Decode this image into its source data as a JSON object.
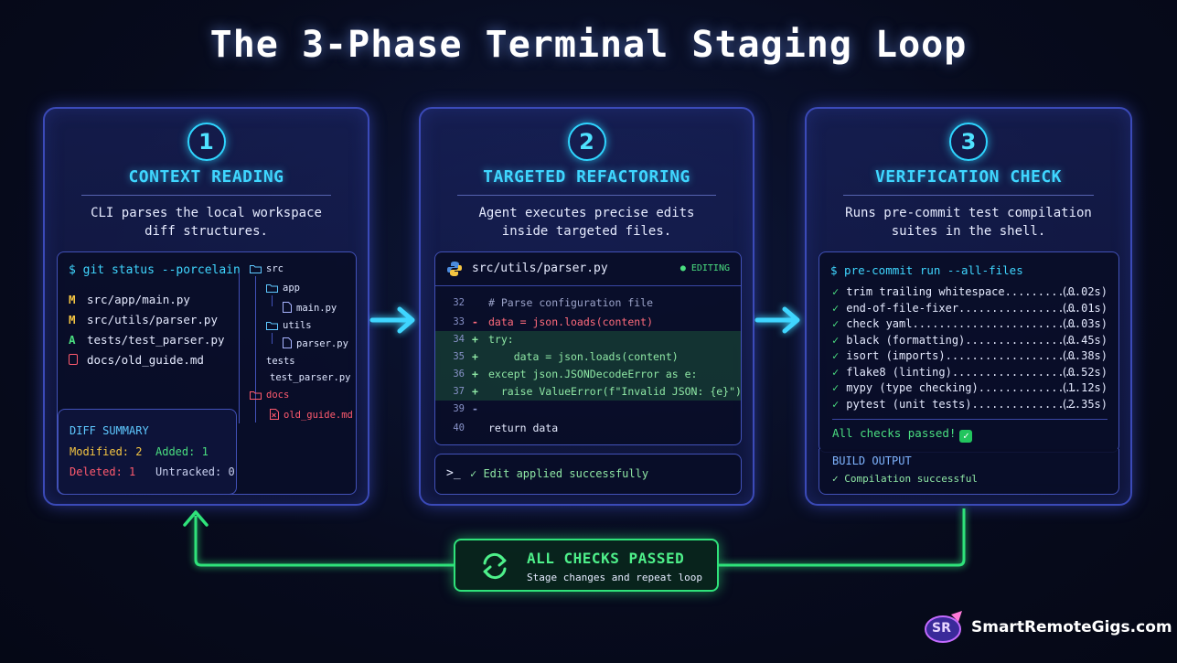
{
  "title": "The 3-Phase Terminal Staging Loop",
  "cards": [
    {
      "number": "1",
      "title": "CONTEXT READING",
      "desc_lines": [
        "CLI parses the local workspace",
        "diff structures."
      ]
    },
    {
      "number": "2",
      "title": "TARGETED REFACTORING",
      "desc_lines": [
        "Agent executes precise edits",
        "inside targeted files."
      ]
    },
    {
      "number": "3",
      "title": "VERIFICATION CHECK",
      "desc_lines": [
        "Runs pre-commit test compilation",
        "suites in the shell."
      ]
    }
  ],
  "git": {
    "command": "$ git status --porcelain",
    "files": [
      {
        "status": "M",
        "path": "src/app/main.py"
      },
      {
        "status": "M",
        "path": "src/utils/parser.py"
      },
      {
        "status": "A",
        "path": "tests/test_parser.py"
      },
      {
        "status": "",
        "path": "docs/old_guide.md"
      }
    ],
    "tree": {
      "src": "src",
      "app": "app",
      "main": "main.py",
      "utils": "utils",
      "parser": "parser.py",
      "tests": "tests",
      "test_parser": "test_parser.py",
      "docs": "docs",
      "old_guide": "old_guide.md"
    },
    "diff_summary": {
      "title": "DIFF SUMMARY",
      "modified": "Modified: 2",
      "added": "Added: 1",
      "deleted": "Deleted: 1",
      "untracked": "Untracked: 0"
    }
  },
  "editor": {
    "file": "src/utils/parser.py",
    "badge": "● EDITING",
    "lines": [
      {
        "n": "32",
        "mark": "",
        "text": "# Parse configuration file",
        "kind": "comment"
      },
      {
        "n": "33",
        "mark": "-",
        "text": "data = json.loads(content)",
        "kind": "removed"
      },
      {
        "n": "34",
        "mark": "+",
        "text": "try:",
        "kind": "added"
      },
      {
        "n": "35",
        "mark": "+",
        "text": "    data = json.loads(content)",
        "kind": "added"
      },
      {
        "n": "36",
        "mark": "+",
        "text": "except json.JSONDecodeError as e:",
        "kind": "added"
      },
      {
        "n": "37",
        "mark": "+",
        "text": "  raise ValueError(f\"Invalid JSON: {e}\")",
        "kind": "added"
      },
      {
        "n": "39",
        "mark": "-",
        "text": "",
        "kind": "plain"
      },
      {
        "n": "40",
        "mark": "",
        "text": "return data",
        "kind": "plain"
      }
    ],
    "status_prompt": ">_",
    "status": "✓ Edit applied successfully"
  },
  "checks": {
    "command": "$ pre-commit run --all-files",
    "items": [
      {
        "label": "trim trailing whitespace...........",
        "time": "(0.02s)"
      },
      {
        "label": "end-of-file-fixer..................",
        "time": "(0.01s)"
      },
      {
        "label": "check yaml.........................",
        "time": "(0.03s)"
      },
      {
        "label": "black (formatting).................",
        "time": "(0.45s)"
      },
      {
        "label": "isort (imports)....................",
        "time": "(0.38s)"
      },
      {
        "label": "flake8 (linting)...................",
        "time": "(0.52s)"
      },
      {
        "label": "mypy (type checking)...............",
        "time": "(1.12s)"
      },
      {
        "label": "pytest (unit tests)................",
        "time": "(2.35s)"
      }
    ],
    "tick": "✓",
    "all_passed": "All checks passed!",
    "build_title": "BUILD OUTPUT",
    "build_result": "✓ Compilation successful"
  },
  "loop": {
    "title": "ALL CHECKS PASSED",
    "subtitle": "Stage changes and repeat loop"
  },
  "brand": {
    "logo_text": "SR",
    "name": "SmartRemoteGigs.com"
  },
  "colors": {
    "accent_cyan": "#3fd6ff",
    "success_green": "#4ade80",
    "modified_yellow": "#f5c542",
    "deleted_red": "#ff5a6e",
    "card_border": "#3b4ab8"
  }
}
